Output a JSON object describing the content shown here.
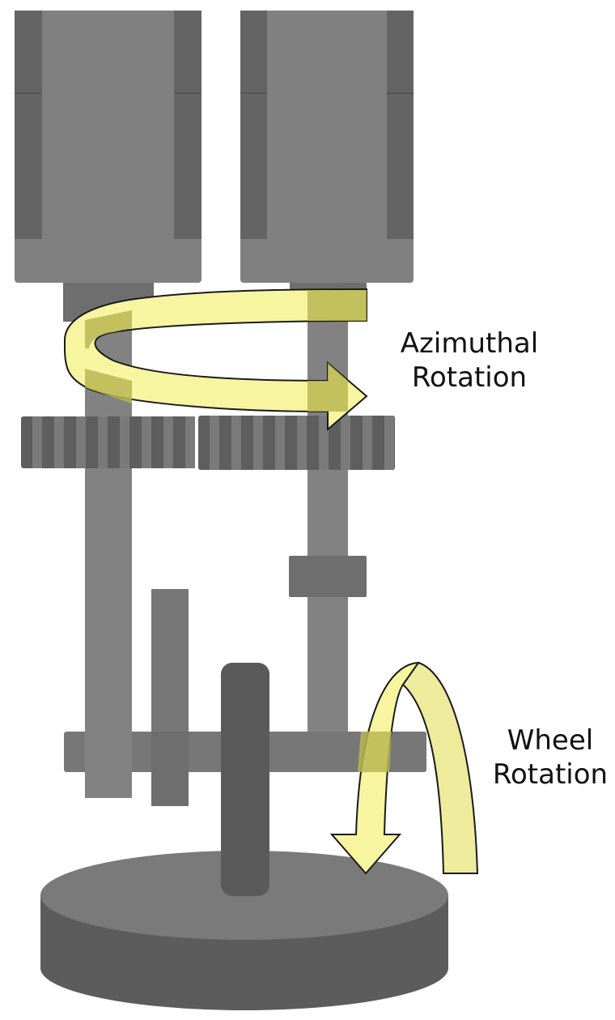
{
  "diagram": {
    "labels": {
      "azimuthal": {
        "line1": "Azimuthal",
        "line2": "Rotation"
      },
      "wheel": {
        "line1": "Wheel",
        "line2": "Rotation"
      }
    },
    "colors": {
      "background": "#ffffff",
      "motor_body": "#808080",
      "motor_stripe": "#646464",
      "shaft": "#828282",
      "coupler": "#6e6e6e",
      "gear_dark": "#5e5e5e",
      "gear_light": "#7a7a7a",
      "frame": "#777777",
      "axle": "#5a5a5a",
      "wheel_top": "#7a7a7a",
      "wheel_side": "#5c5c5c",
      "arrow_fill": "#f7f5a0",
      "arrow_fill_back": "#eeeb9c",
      "arrow_overlap": "#b8b752",
      "arrow_stroke": "#1a1a1a"
    }
  }
}
